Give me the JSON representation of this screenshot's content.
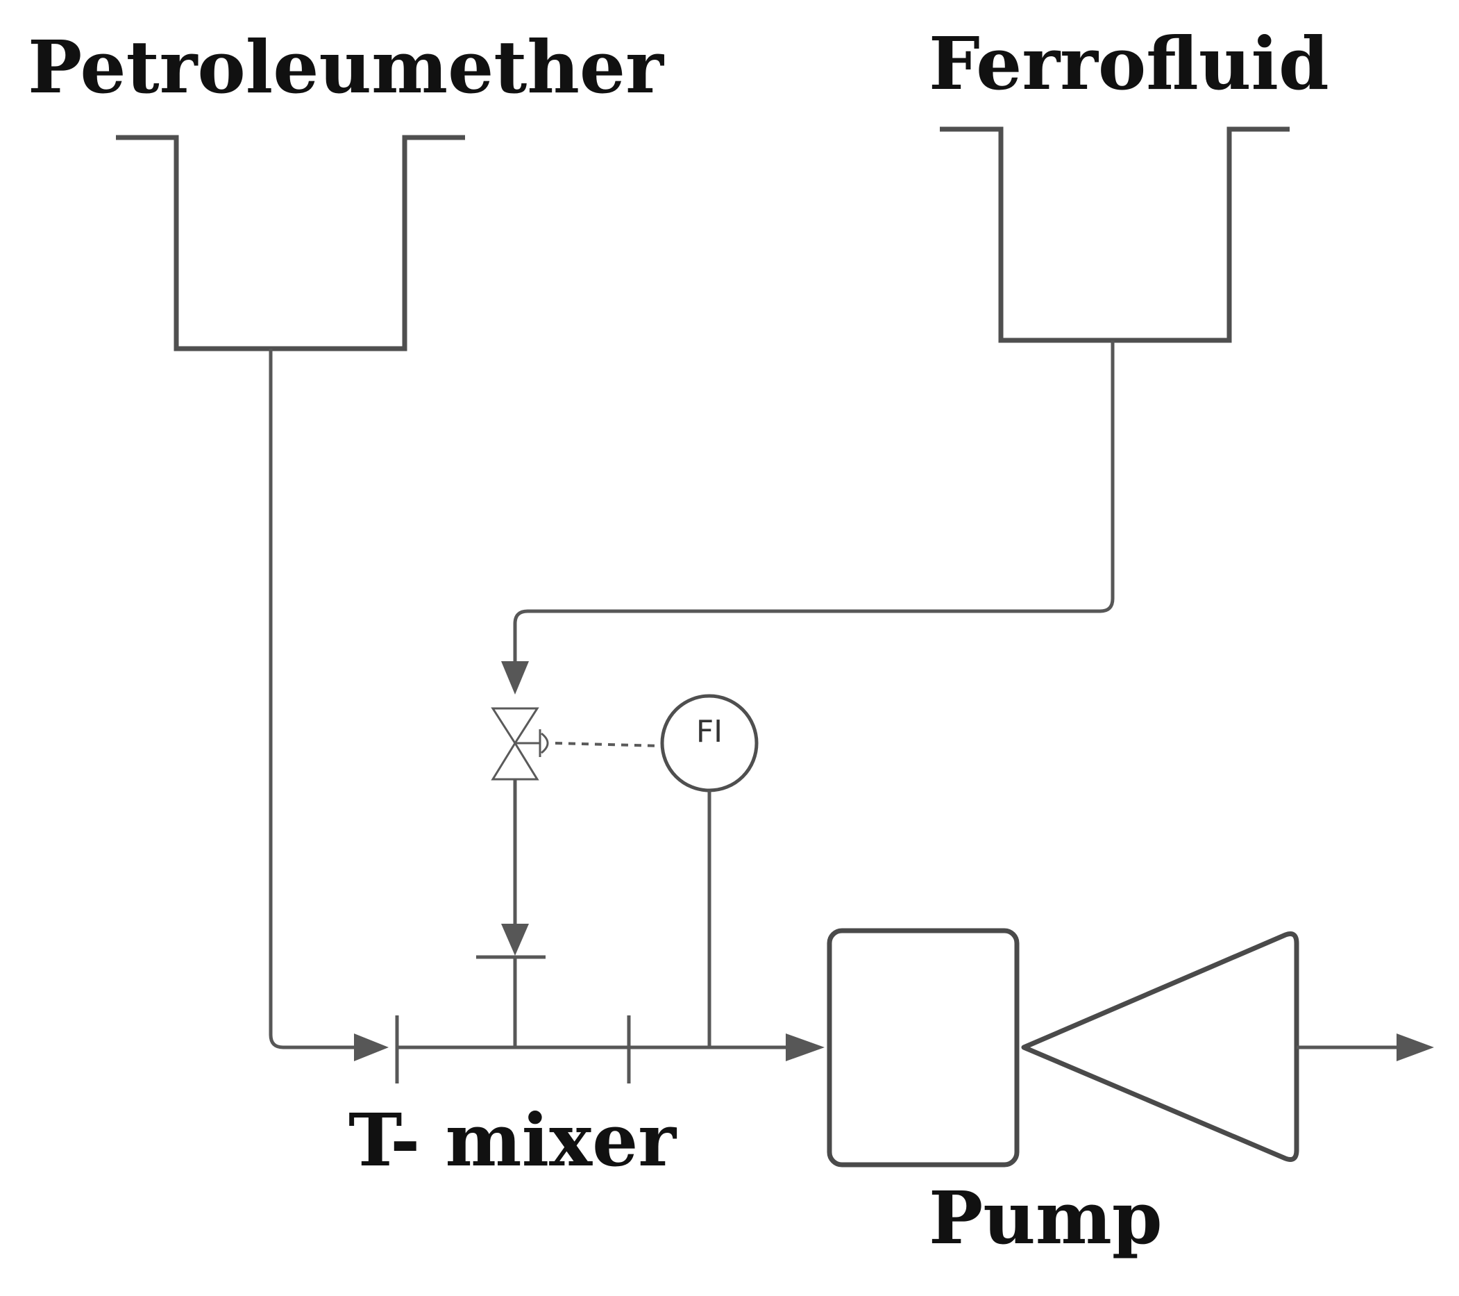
{
  "labels": {
    "tank_left": "Petroleumether",
    "tank_right": "Ferrofluid",
    "mixer": "T- mixer",
    "pump": "Pump",
    "instrument": "FI"
  }
}
